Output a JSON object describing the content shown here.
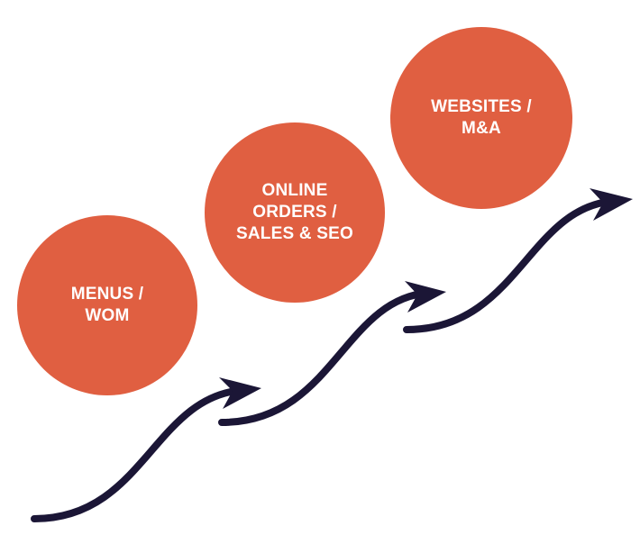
{
  "colors": {
    "circle_fill": "#e05f41",
    "circle_text": "#ffffff",
    "arrow_stroke": "#1b1636"
  },
  "circles": [
    {
      "lines": [
        "MENUS /",
        "WOM"
      ]
    },
    {
      "lines": [
        "ONLINE",
        "ORDERS /",
        "SALES & SEO"
      ]
    },
    {
      "lines": [
        "WEBSITES /",
        "M&A"
      ]
    }
  ],
  "arrows": [
    {
      "icon": "curved-arrow-icon"
    },
    {
      "icon": "curved-arrow-icon"
    },
    {
      "icon": "curved-arrow-icon"
    }
  ]
}
